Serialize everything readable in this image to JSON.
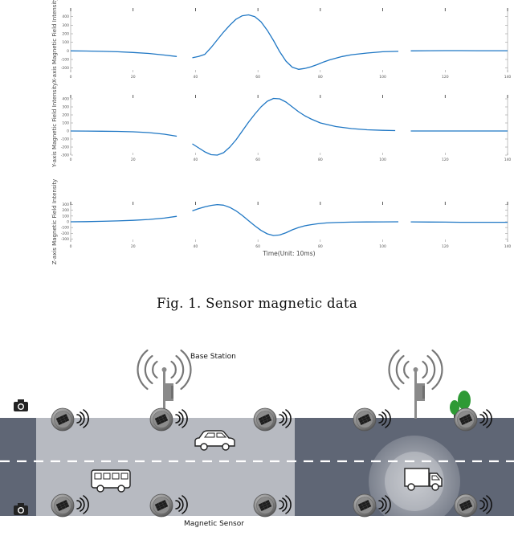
{
  "chart_data": [
    {
      "type": "line",
      "ylabel": "X-axis Magnetic Field Intensity",
      "x_ticks": [
        "0",
        "20",
        "40",
        "60",
        "80",
        "100",
        "120",
        "140"
      ],
      "y_ticks": [
        "400",
        "300",
        "200",
        "100",
        "0",
        "-100",
        "-200"
      ],
      "xlim": [
        0,
        140
      ],
      "ylim": [
        -250,
        500
      ],
      "segments": [
        {
          "x": [
            0,
            5,
            10,
            15,
            20,
            25,
            30,
            34
          ],
          "y": [
            0,
            -2,
            -5,
            -10,
            -18,
            -30,
            -48,
            -65
          ]
        },
        {
          "x": [
            39,
            41,
            43,
            45,
            47,
            49,
            51,
            53,
            55,
            57,
            59,
            61,
            63,
            65,
            67,
            69,
            71,
            73,
            75,
            77,
            79,
            81,
            83,
            85,
            87,
            90,
            95,
            100,
            105
          ],
          "y": [
            -80,
            -65,
            -40,
            40,
            130,
            220,
            300,
            370,
            410,
            420,
            400,
            340,
            240,
            120,
            -10,
            -120,
            -190,
            -215,
            -205,
            -185,
            -160,
            -130,
            -105,
            -85,
            -65,
            -45,
            -25,
            -10,
            -5
          ]
        },
        {
          "x": [
            109,
            115,
            120,
            125,
            130,
            135,
            140
          ],
          "y": [
            0,
            2,
            3,
            3,
            2,
            2,
            2
          ]
        }
      ]
    },
    {
      "type": "line",
      "ylabel": "Y-axis Magnetic Field Intensity",
      "x_ticks": [
        "0",
        "20",
        "40",
        "60",
        "80",
        "100",
        "120",
        "140"
      ],
      "y_ticks": [
        "400",
        "300",
        "200",
        "100",
        "0",
        "-100",
        "-200",
        "-300"
      ],
      "xlim": [
        0,
        140
      ],
      "ylim": [
        -300,
        450
      ],
      "segments": [
        {
          "x": [
            0,
            5,
            10,
            15,
            20,
            25,
            30,
            34
          ],
          "y": [
            0,
            -1,
            -3,
            -5,
            -10,
            -20,
            -40,
            -65
          ]
        },
        {
          "x": [
            39,
            41,
            43,
            45,
            47,
            49,
            51,
            53,
            55,
            57,
            59,
            61,
            63,
            65,
            67,
            69,
            71,
            73,
            75,
            77,
            80,
            85,
            90,
            95,
            100,
            104
          ],
          "y": [
            -160,
            -210,
            -260,
            -295,
            -300,
            -270,
            -200,
            -110,
            0,
            110,
            210,
            300,
            370,
            405,
            400,
            360,
            300,
            240,
            190,
            150,
            100,
            55,
            30,
            15,
            8,
            5
          ]
        },
        {
          "x": [
            109,
            115,
            120,
            125,
            130,
            135,
            140
          ],
          "y": [
            0,
            0,
            0,
            0,
            0,
            0,
            0
          ]
        }
      ]
    },
    {
      "type": "line",
      "ylabel": "Z-axis Magnetic Field Intensity",
      "x_ticks": [
        "0",
        "20",
        "40",
        "60",
        "80",
        "100",
        "120",
        "140"
      ],
      "y_ticks": [
        "300",
        "200",
        "100",
        "0",
        "-100",
        "-200",
        "-300"
      ],
      "xlim": [
        0,
        140
      ],
      "ylim": [
        -350,
        350
      ],
      "xlabel": "Time(Unit: 10ms)",
      "segments": [
        {
          "x": [
            0,
            5,
            10,
            15,
            20,
            25,
            30,
            34
          ],
          "y": [
            0,
            3,
            8,
            15,
            25,
            40,
            65,
            95
          ]
        },
        {
          "x": [
            39,
            41,
            43,
            45,
            47,
            49,
            51,
            53,
            55,
            57,
            59,
            61,
            63,
            65,
            67,
            69,
            71,
            73,
            75,
            77,
            79,
            82,
            85,
            90,
            95,
            100,
            105
          ],
          "y": [
            190,
            230,
            260,
            285,
            300,
            290,
            250,
            190,
            110,
            20,
            -70,
            -150,
            -210,
            -240,
            -230,
            -190,
            -140,
            -100,
            -70,
            -50,
            -35,
            -20,
            -12,
            -6,
            -3,
            -1,
            0
          ]
        },
        {
          "x": [
            109,
            115,
            120,
            125,
            130,
            135,
            140
          ],
          "y": [
            -2,
            -4,
            -6,
            -8,
            -8,
            -8,
            -8
          ]
        }
      ]
    }
  ],
  "caption": "Fig. 1.  Sensor magnetic data",
  "scene": {
    "base_station_label": "Base Station",
    "magnetic_sensor_label": "Magnetic Sensor",
    "colors": {
      "road": "#5f6675",
      "lane_mark": "#ffffff",
      "zone": "#e6e6e6",
      "mast": "#8a8a8a",
      "tree": "#2e9a35"
    }
  }
}
